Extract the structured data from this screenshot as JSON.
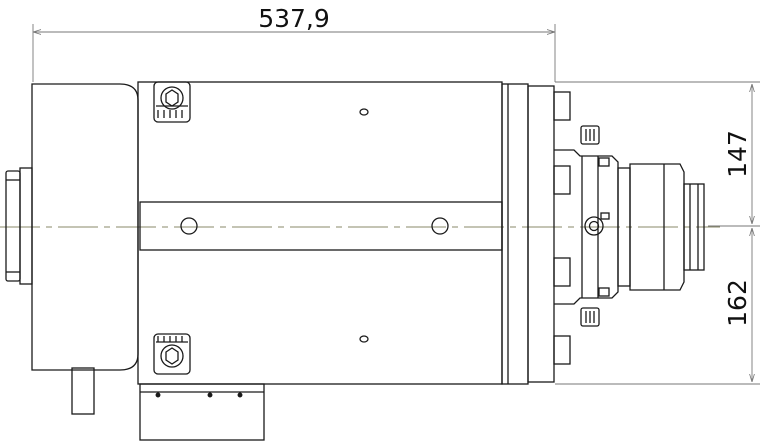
{
  "drawing": {
    "dimensions": {
      "overall_length": "537,9",
      "upper_height": "147",
      "lower_height": "162"
    },
    "colors": {
      "line": "#1a1a1a",
      "dimension_line": "#777777",
      "centerline": "#8a8a6a",
      "background": "#ffffff"
    }
  }
}
